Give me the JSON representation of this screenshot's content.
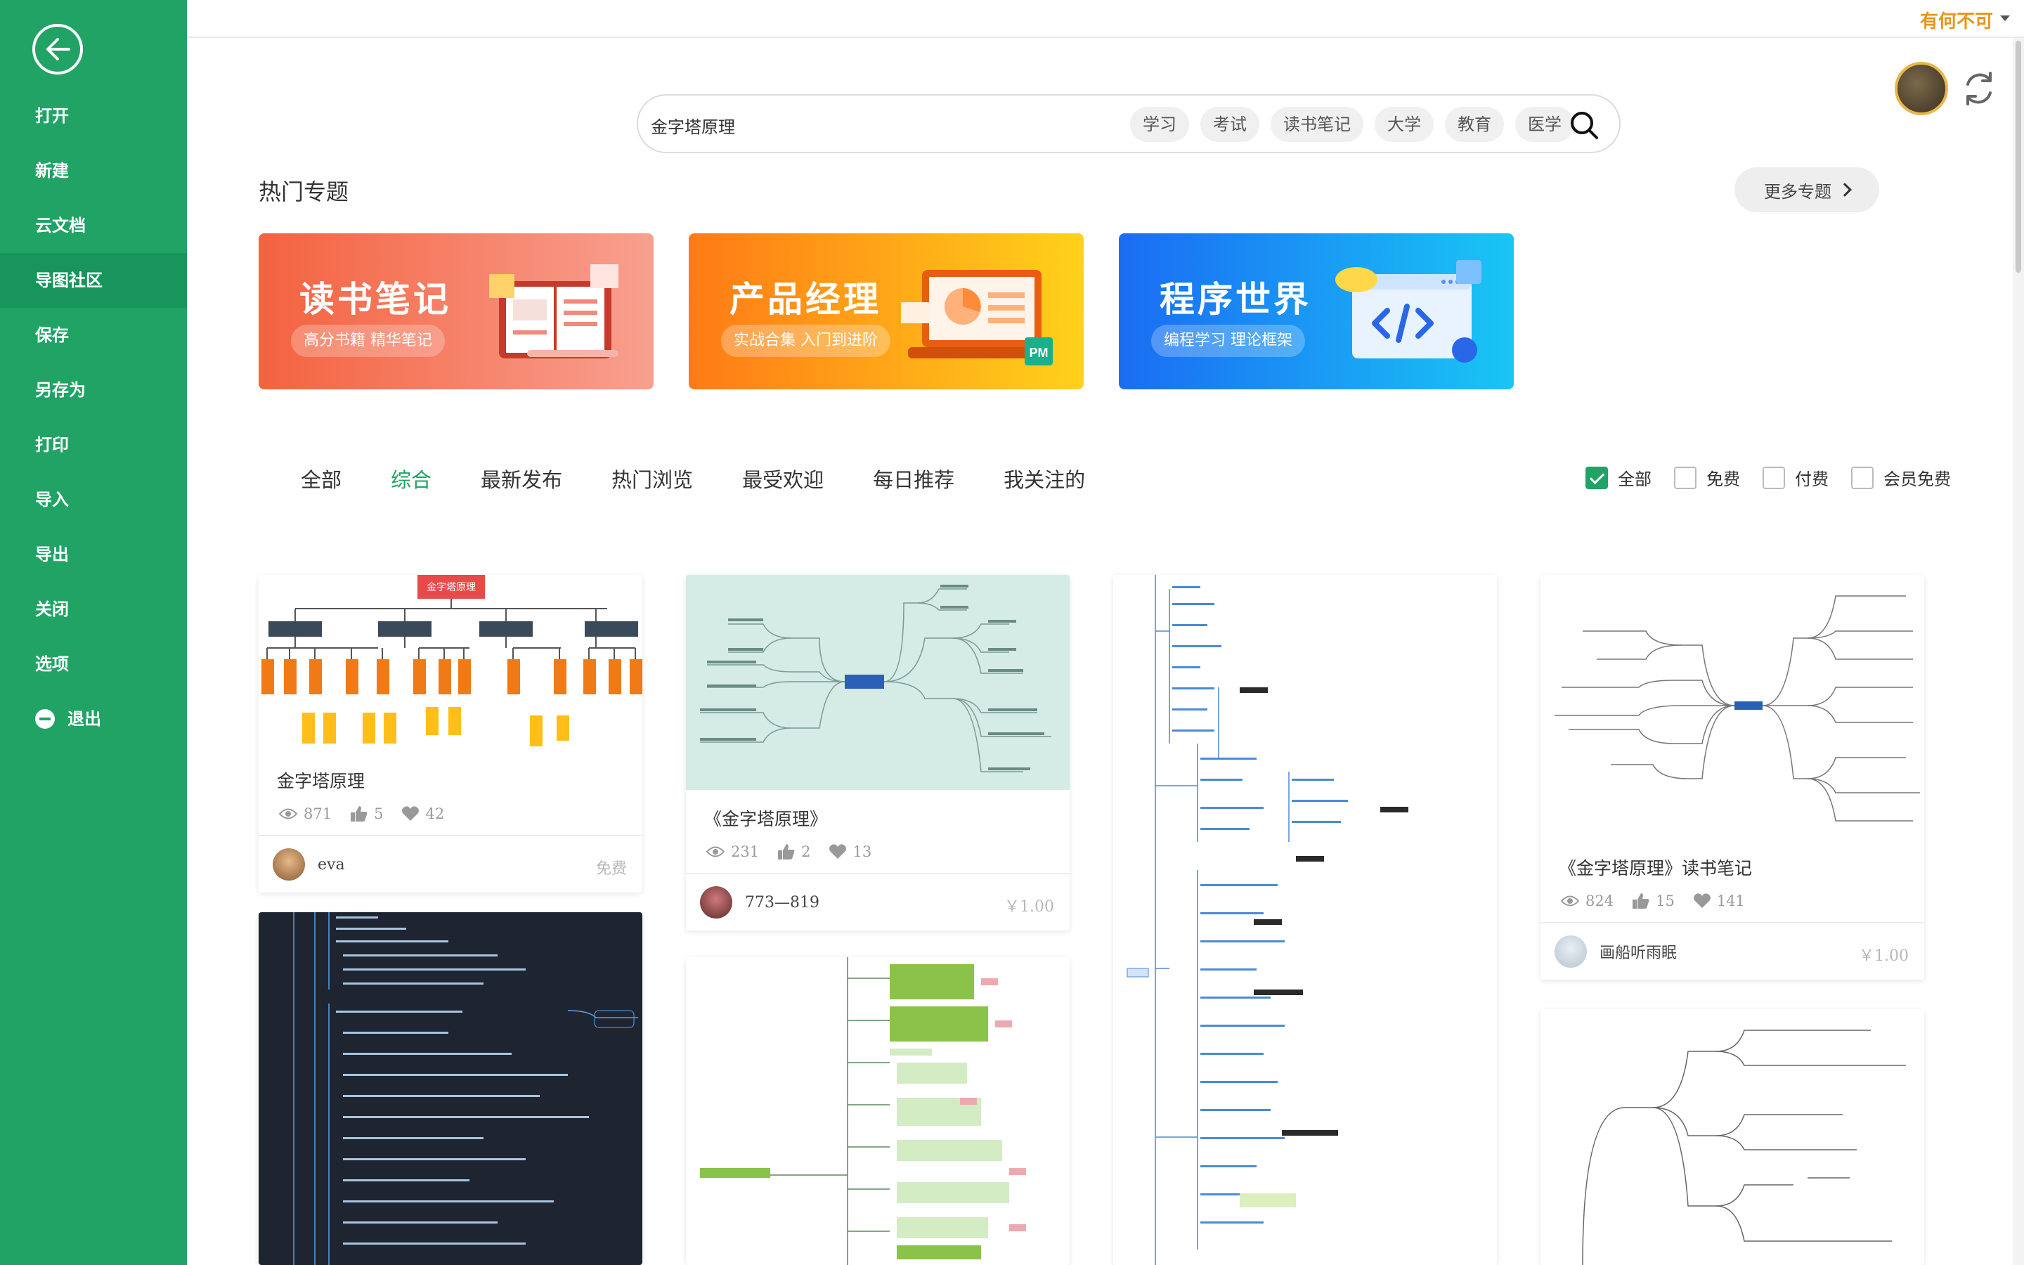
{
  "app": {
    "user_name": "有何不可"
  },
  "sidebar": {
    "items": [
      {
        "label": "打开"
      },
      {
        "label": "新建"
      },
      {
        "label": "云文档"
      },
      {
        "label": "导图社区"
      },
      {
        "label": "保存"
      },
      {
        "label": "另存为"
      },
      {
        "label": "打印"
      },
      {
        "label": "导入"
      },
      {
        "label": "导出"
      },
      {
        "label": "关闭"
      },
      {
        "label": "选项"
      },
      {
        "label": "退出"
      }
    ],
    "active": "导图社区"
  },
  "search": {
    "value": "金字塔原理",
    "tags": [
      "学习",
      "考试",
      "读书笔记",
      "大学",
      "教育",
      "医学"
    ]
  },
  "topics": {
    "title": "热门专题",
    "more_label": "更多专题",
    "banners": [
      {
        "title": "读书笔记",
        "subtitle": "高分书籍 精华笔记"
      },
      {
        "title": "产品经理",
        "subtitle": "实战合集 入门到进阶",
        "badge": "PM"
      },
      {
        "title": "程序世界",
        "subtitle": "编程学习 理论框架"
      }
    ]
  },
  "tabs": [
    "全部",
    "综合",
    "最新发布",
    "热门浏览",
    "最受欢迎",
    "每日推荐",
    "我关注的"
  ],
  "active_tab": "综合",
  "filters": [
    {
      "label": "全部",
      "checked": true
    },
    {
      "label": "免费",
      "checked": false
    },
    {
      "label": "付费",
      "checked": false
    },
    {
      "label": "会员免费",
      "checked": false
    }
  ],
  "cards": [
    {
      "title": "金字塔原理",
      "thumb_title": "金字塔原理",
      "views": "871",
      "likes": "5",
      "favs": "42",
      "author": "eva",
      "price": "免费"
    },
    {
      "title": "《金字塔原理》",
      "views": "231",
      "likes": "2",
      "favs": "13",
      "author": "773—819",
      "price": "￥1.00"
    },
    {
      "title": "《金字塔原理》读书笔记",
      "views": "824",
      "likes": "15",
      "favs": "141",
      "author": "画船听雨眠",
      "price": "￥1.00"
    }
  ],
  "colors": {
    "brand": "#21a366",
    "user": "#e8951a"
  }
}
